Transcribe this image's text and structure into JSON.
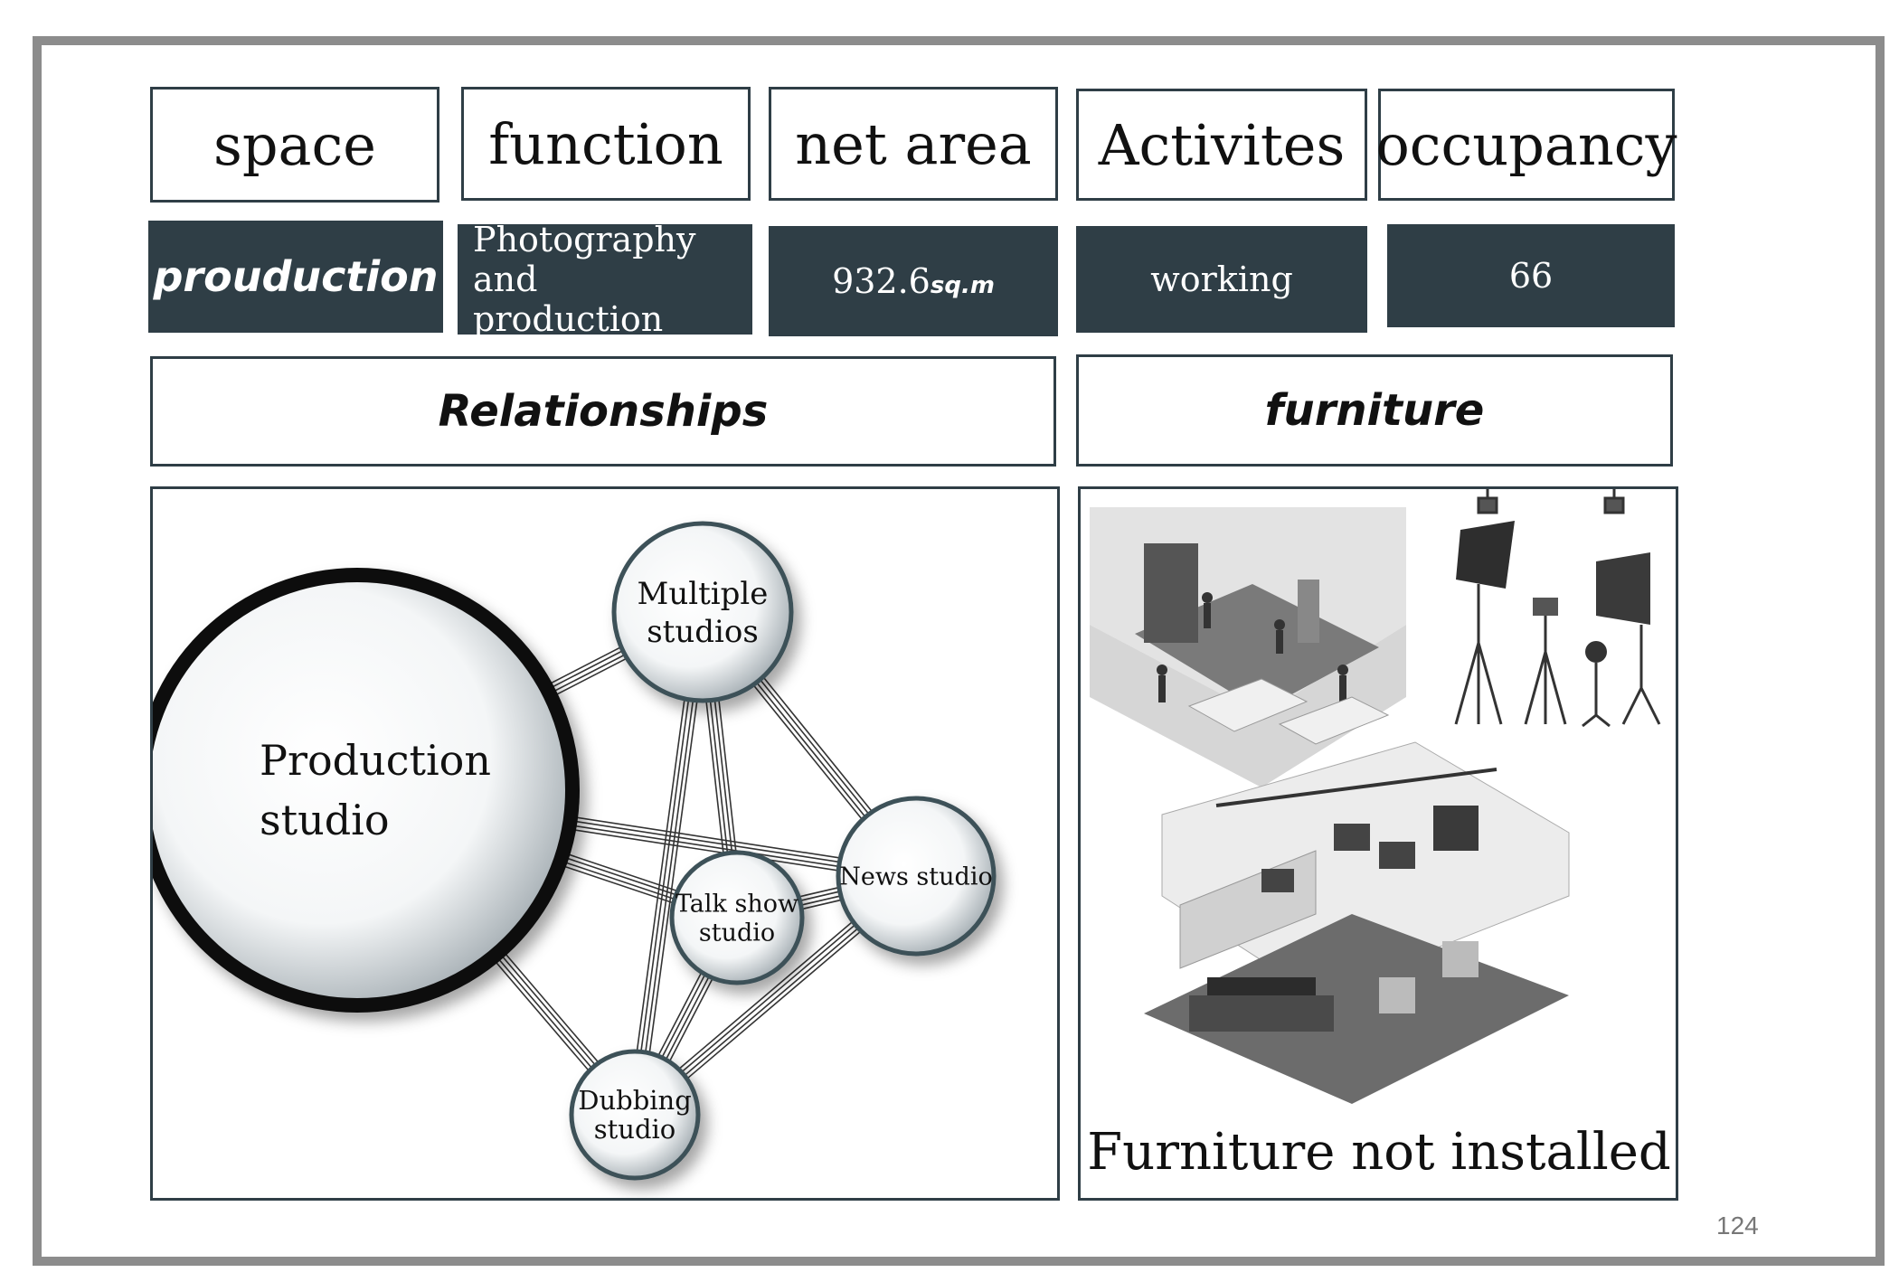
{
  "headers": [
    "space",
    "function",
    "net area",
    "Activites",
    "occupancy"
  ],
  "values": {
    "space": "prouduction",
    "function_line1": "Photography and",
    "function_line2": "production",
    "net_area_number": "932.6",
    "net_area_unit": "sq.m",
    "activities": "working",
    "occupancy": "66"
  },
  "section_titles": {
    "relationships": "Relationships",
    "furniture": "furniture"
  },
  "diagram": {
    "nodes": [
      {
        "id": "production",
        "lines": [
          "Production",
          "studio"
        ]
      },
      {
        "id": "multiple",
        "lines": [
          "Multiple",
          "studios"
        ]
      },
      {
        "id": "news",
        "lines": [
          "News studio"
        ]
      },
      {
        "id": "talk",
        "lines": [
          "Talk show",
          "studio"
        ]
      },
      {
        "id": "dubbing",
        "lines": [
          "Dubbing",
          "studio"
        ]
      }
    ],
    "links": [
      [
        "production",
        "multiple"
      ],
      [
        "production",
        "news"
      ],
      [
        "production",
        "talk"
      ],
      [
        "production",
        "dubbing"
      ],
      [
        "multiple",
        "news"
      ],
      [
        "multiple",
        "talk"
      ],
      [
        "multiple",
        "dubbing"
      ],
      [
        "news",
        "talk"
      ],
      [
        "news",
        "dubbing"
      ],
      [
        "talk",
        "dubbing"
      ]
    ]
  },
  "furniture_caption": "Furniture not installed",
  "page_number": "124",
  "colors": {
    "dark_fill": "#2f3e46",
    "frame": "#8c8c8c"
  }
}
